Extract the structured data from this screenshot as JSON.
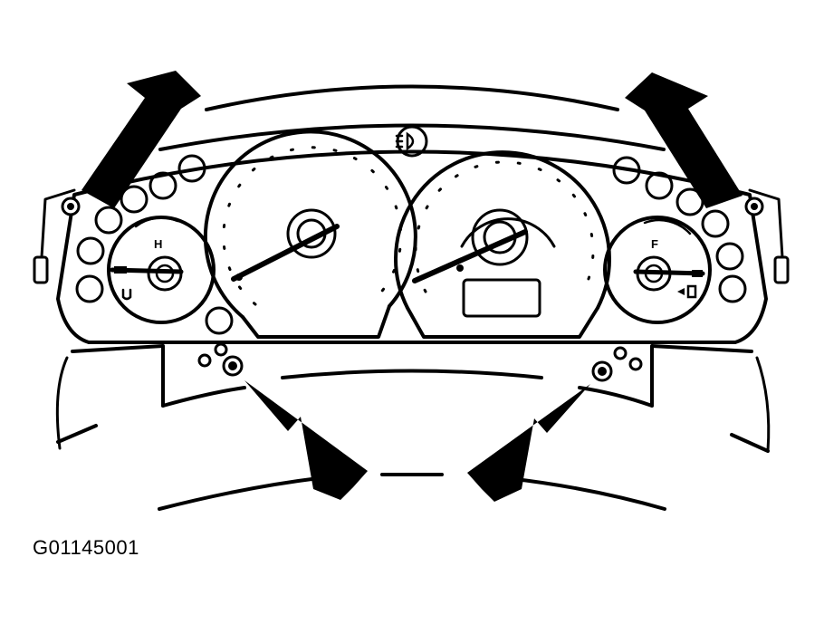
{
  "figure": {
    "id_label": "G01145001"
  },
  "gauges": {
    "temp_mark": "H",
    "fuel_mark": "F"
  },
  "colors": {
    "line": "#000000",
    "background": "#ffffff"
  },
  "callouts": {
    "count": 4,
    "icon": "arrow-icon"
  }
}
